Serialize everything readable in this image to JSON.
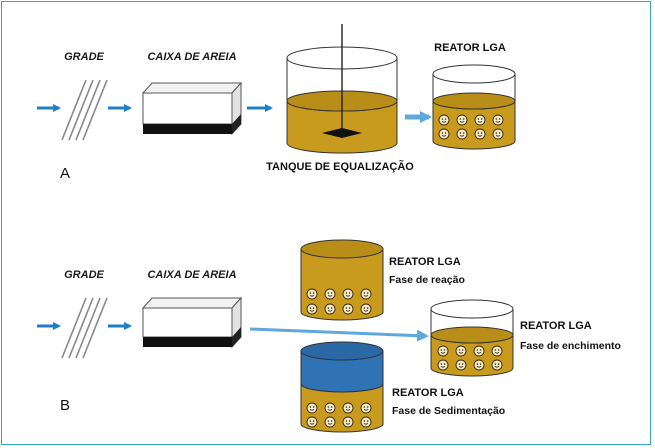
{
  "panel_a": {
    "letter": "A",
    "grade_label": "GRADE",
    "caixa_label": "CAIXA DE AREIA",
    "tanque_label": "TANQUE DE EQUALIZAÇÃO",
    "reator_label": "REATOR LGA"
  },
  "panel_b": {
    "letter": "B",
    "grade_label": "GRADE",
    "caixa_label": "CAIXA DE AREIA",
    "reator_reacao_title": "REATOR LGA",
    "reator_reacao_phase": "Fase de reação",
    "reator_enchimento_title": "REATOR LGA",
    "reator_enchimento_phase": "Fase de enchimento",
    "reator_sed_title": "REATOR LGA",
    "reator_sed_phase": "Fase de Sedimentação"
  },
  "colors": {
    "border": "#34a7c9",
    "arrow": "#1f7fc4",
    "arrow_light": "#5fa8dc",
    "liquid": "#c89b1f",
    "liquid_dark": "#a7800f",
    "supernatant": "#2f73b5",
    "block_bottom": "#111111"
  }
}
